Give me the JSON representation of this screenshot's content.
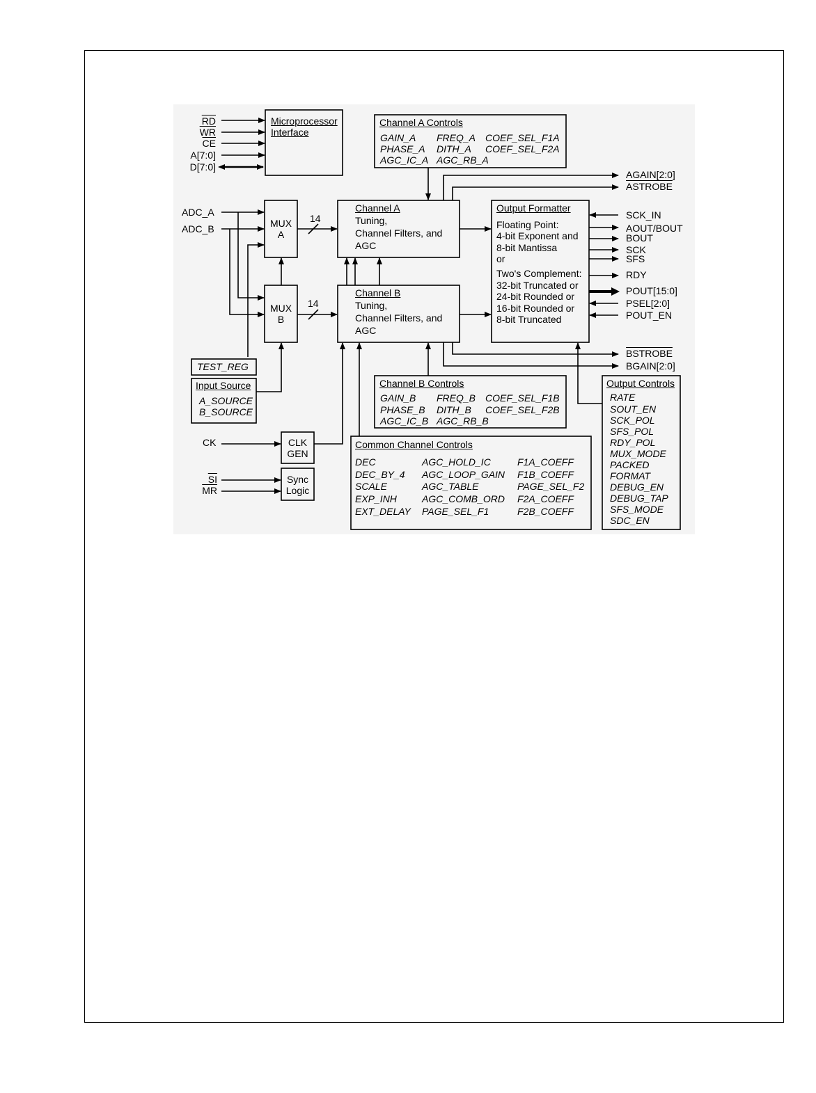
{
  "micro": {
    "signals": [
      "RD",
      "WR",
      "CE",
      "A[7:0]",
      "D[7:0]"
    ],
    "title": [
      "Microprocessor",
      "Interface"
    ]
  },
  "ch_a_controls": {
    "title": "Channel A Controls",
    "items": [
      "GAIN_A",
      "FREQ_A",
      "COEF_SEL_F1A",
      "PHASE_A",
      "DITH_A",
      "COEF_SEL_F2A",
      "AGC_IC_A",
      "AGC_RB_A"
    ]
  },
  "ch_b_controls": {
    "title": "Channel B Controls",
    "items": [
      "GAIN_B",
      "FREQ_B",
      "COEF_SEL_F1B",
      "PHASE_B",
      "DITH_B",
      "COEF_SEL_F2B",
      "AGC_IC_B",
      "AGC_RB_B"
    ]
  },
  "inputs": {
    "adc_a": "ADC_A",
    "adc_b": "ADC_B",
    "ck": "CK",
    "si": "SI",
    "mr": "MR"
  },
  "mux_a": [
    "MUX",
    "A"
  ],
  "mux_b": [
    "MUX",
    "B"
  ],
  "bus_width": "14",
  "channel_a": {
    "title": "Channel A",
    "lines": [
      "Tuning,",
      "Channel Filters, and",
      "AGC"
    ]
  },
  "channel_b": {
    "title": "Channel B",
    "lines": [
      "Tuning,",
      "Channel Filters, and",
      "AGC"
    ]
  },
  "output_formatter": {
    "title": "Output Formatter",
    "lines": [
      "Floating Point:",
      "4-bit Exponent and",
      "8-bit Mantissa",
      "or",
      "Two's Complement:",
      "32-bit Truncated or",
      "24-bit Rounded or",
      "16-bit Rounded or",
      "8-bit Truncated"
    ]
  },
  "outputs": {
    "again": "AGAIN[2:0]",
    "astrobe": "ASTROBE",
    "sck_in": "SCK_IN",
    "aout_bout": "AOUT/BOUT",
    "bout": "BOUT",
    "sck": "SCK",
    "sfs": "SFS",
    "rdy": "RDY",
    "pout": "POUT[15:0]",
    "psel": "PSEL[2:0]",
    "pout_en": "POUT_EN",
    "bstrobe": "BSTROBE",
    "bgain": "BGAIN[2:0]"
  },
  "test_reg": "TEST_REG",
  "input_source": {
    "title": "Input Source",
    "items": [
      "A_SOURCE",
      "B_SOURCE"
    ]
  },
  "clk_gen": [
    "CLK",
    "GEN"
  ],
  "sync_logic": [
    "Sync",
    "Logic"
  ],
  "common_controls": {
    "title": "Common Channel Controls",
    "items": [
      "DEC",
      "AGC_HOLD_IC",
      "F1A_COEFF",
      "DEC_BY_4",
      "AGC_LOOP_GAIN",
      "F1B_COEFF",
      "SCALE",
      "AGC_TABLE",
      "PAGE_SEL_F2",
      "EXP_INH",
      "AGC_COMB_ORD",
      "F2A_COEFF",
      "EXT_DELAY",
      "PAGE_SEL_F1",
      "F2B_COEFF"
    ]
  },
  "output_controls": {
    "title": "Output Controls",
    "items": [
      "RATE",
      "SOUT_EN",
      "SCK_POL",
      "SFS_POL",
      "RDY_POL",
      "MUX_MODE",
      "PACKED",
      "FORMAT",
      "DEBUG_EN",
      "DEBUG_TAP",
      "SFS_MODE",
      "SDC_EN"
    ]
  }
}
